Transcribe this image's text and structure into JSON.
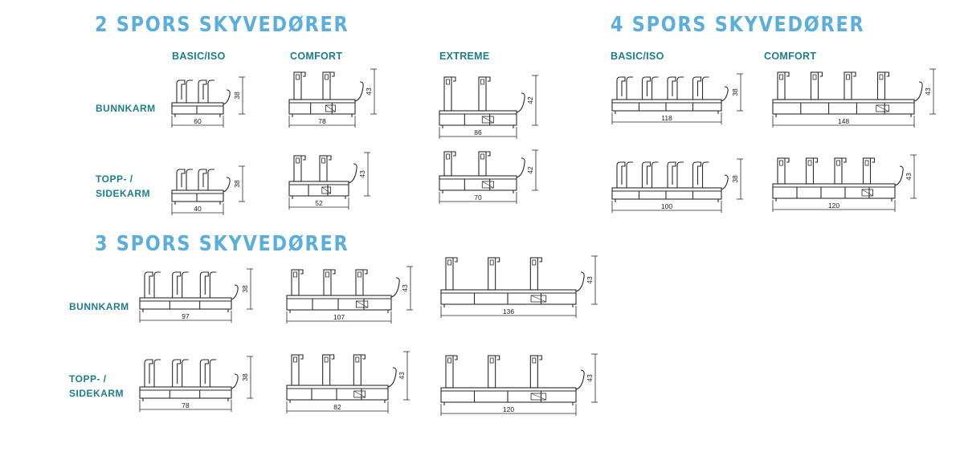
{
  "sections": {
    "two_track": {
      "title": "2 SPORS SKYVEDØRER",
      "columns": [
        "BASIC/ISO",
        "COMFORT",
        "EXTREME"
      ],
      "rows": [
        {
          "label_lines": [
            "BUNNKARM"
          ]
        },
        {
          "label_lines": [
            "TOPP- /",
            "SIDEKARM"
          ]
        }
      ]
    },
    "four_track": {
      "title": "4 SPORS SKYVEDØRER",
      "columns": [
        "BASIC/ISO",
        "COMFORT"
      ]
    },
    "three_track": {
      "title": "3 SPORS SKYVEDØRER",
      "rows": [
        {
          "label_lines": [
            "BUNNKARM"
          ]
        },
        {
          "label_lines": [
            "TOPP- /",
            "SIDEKARM"
          ]
        }
      ]
    }
  },
  "profiles": [
    {
      "id": "p2-basic-bunn",
      "type": "basic",
      "tracks": 2,
      "width_dim": "60",
      "height_dim": "38"
    },
    {
      "id": "p2-comfort-bunn",
      "type": "comfort",
      "tracks": 2,
      "width_dim": "78",
      "height_dim": "43"
    },
    {
      "id": "p2-extreme-bunn",
      "type": "extreme",
      "tracks": 2,
      "width_dim": "86",
      "height_dim": "42"
    },
    {
      "id": "p2-basic-topp",
      "type": "basic",
      "tracks": 2,
      "width_dim": "40",
      "height_dim": "38"
    },
    {
      "id": "p2-comfort-topp",
      "type": "comfort",
      "tracks": 2,
      "width_dim": "52",
      "height_dim": "43"
    },
    {
      "id": "p2-extreme-topp",
      "type": "extreme",
      "tracks": 2,
      "width_dim": "70",
      "height_dim": "42"
    },
    {
      "id": "p4-basic-bunn",
      "type": "basic",
      "tracks": 4,
      "width_dim": "118",
      "height_dim": "38"
    },
    {
      "id": "p4-comfort-bunn",
      "type": "comfort",
      "tracks": 4,
      "width_dim": "148",
      "height_dim": "43"
    },
    {
      "id": "p4-basic-topp",
      "type": "basic",
      "tracks": 4,
      "width_dim": "100",
      "height_dim": "38"
    },
    {
      "id": "p4-comfort-topp",
      "type": "comfort",
      "tracks": 4,
      "width_dim": "120",
      "height_dim": "43"
    },
    {
      "id": "p3-basic-bunn",
      "type": "basic",
      "tracks": 3,
      "width_dim": "97",
      "height_dim": "38"
    },
    {
      "id": "p3-comfort-bunn",
      "type": "comfort",
      "tracks": 3,
      "width_dim": "107",
      "height_dim": "43"
    },
    {
      "id": "p3-extreme-bunn",
      "type": "extreme",
      "tracks": 3,
      "width_dim": "136",
      "height_dim": "43"
    },
    {
      "id": "p3-basic-topp",
      "type": "basic",
      "tracks": 3,
      "width_dim": "78",
      "height_dim": "38"
    },
    {
      "id": "p3-comfort-topp",
      "type": "comfort",
      "tracks": 3,
      "width_dim": "82",
      "height_dim": "43"
    },
    {
      "id": "p3-extreme-topp",
      "type": "extreme",
      "tracks": 3,
      "width_dim": "120",
      "height_dim": "43"
    }
  ],
  "colors": {
    "title": "#5aaedc",
    "label": "#1d7f88",
    "line": "#2a2a2a"
  }
}
